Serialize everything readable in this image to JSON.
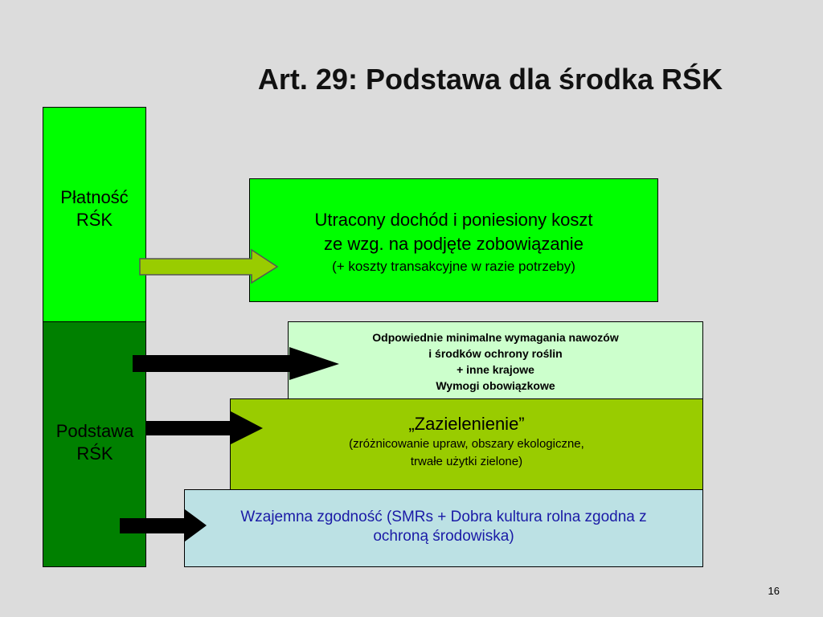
{
  "title": "Art. 29: Podstawa dla środka RŚK",
  "columns": {
    "top": {
      "line1": "Płatność",
      "line2": "RŚK",
      "color": "#00ff00"
    },
    "bottom": {
      "line1": "Podstawa",
      "line2": "RŚK",
      "color": "#008000"
    }
  },
  "boxes": {
    "income": {
      "line1": "Utracony dochód i poniesiony koszt",
      "line2": "ze wzg. na podjęte zobowiązanie",
      "line3": "(+ koszty transakcyjne w razie potrzeby)",
      "color": "#00ff00"
    },
    "requirements": {
      "line1": "Odpowiednie minimalne wymagania nawozów",
      "line2": "i środków ochrony roślin",
      "line3": "+ inne krajowe",
      "line4": "Wymogi obowiązkowe",
      "color": "#ccffcc"
    },
    "greening": {
      "line1": "„Zazielenienie”",
      "line2": "(zróżnicowanie upraw, obszary ekologiczne,",
      "line3": "trwałe użytki zielone)",
      "color": "#99cc00"
    },
    "compliance": {
      "line1": "Wzajemna zgodność (SMRs + Dobra kultura rolna zgodna z",
      "line2": "ochroną środowiska)",
      "color": "#bce1e4",
      "text_color": "#1a1aa6"
    }
  },
  "arrows": {
    "green_fill": "#99cc00",
    "black_fill": "#000000"
  },
  "page_number": "16"
}
